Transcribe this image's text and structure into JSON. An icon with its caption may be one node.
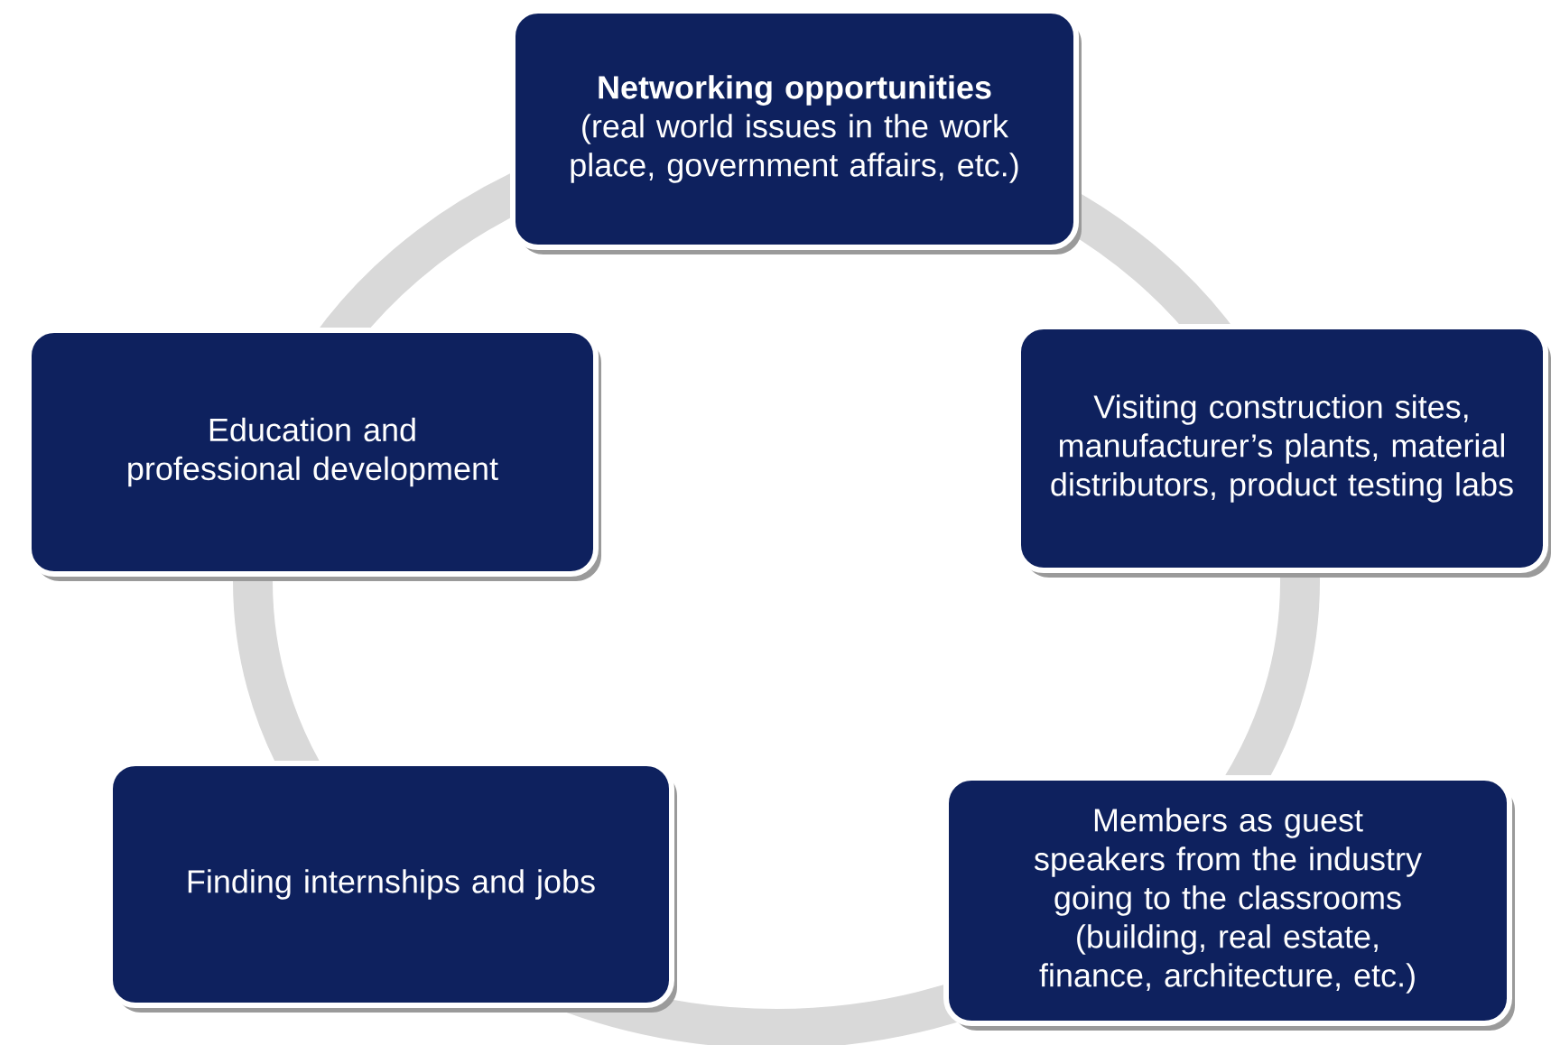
{
  "diagram": {
    "nodes": [
      {
        "text": [
          "**Networking opportunities** (real world issues in the work place, government affairs, etc.)"
        ]
      },
      {
        "text": [
          "Visiting construction sites, manufacturer’s plants, material distributors, product testing labs"
        ]
      },
      {
        "text": [
          "Members as guest speakers from the industry going to the classrooms (building, real estate, finance, architecture, etc.)"
        ]
      },
      {
        "text": [
          "Finding internships and jobs"
        ]
      },
      {
        "text": [
          "Education and professional development"
        ]
      }
    ]
  }
}
